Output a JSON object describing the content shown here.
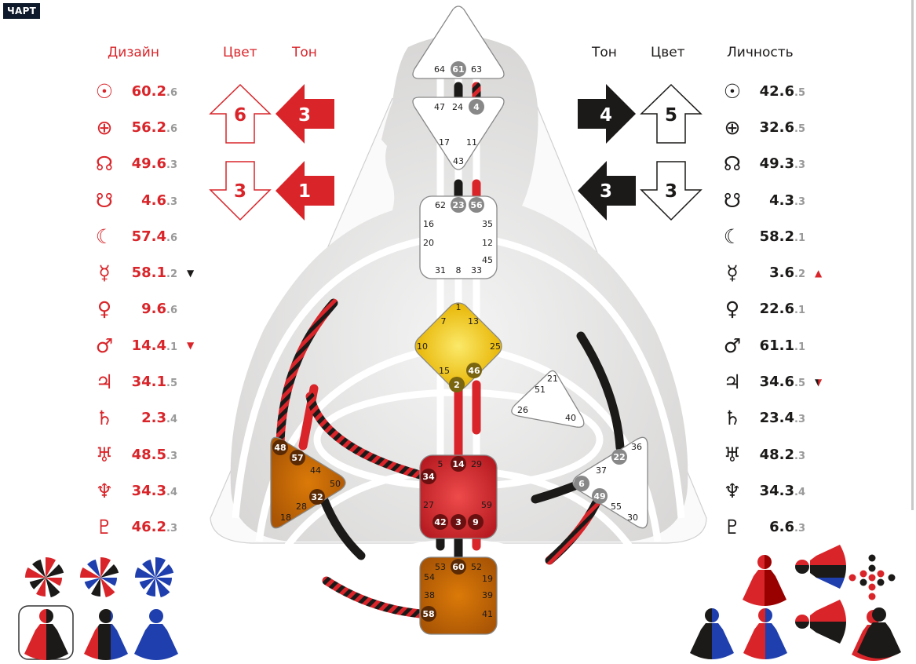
{
  "tab_label": "ЧАРТ",
  "design": {
    "title": "Дизайн",
    "color_label": "Цвет",
    "tone_label": "Тон",
    "arrows": [
      {
        "color": "6",
        "tone": "3",
        "color_dir": "up"
      },
      {
        "color": "3",
        "tone": "1",
        "color_dir": "down"
      }
    ],
    "planets": [
      {
        "icon": "sun-icon",
        "symbol": "☉",
        "gate": "60.2",
        "line": ".6",
        "marker": ""
      },
      {
        "icon": "earth-icon",
        "symbol": "⊕",
        "gate": "56.2",
        "line": ".6",
        "marker": ""
      },
      {
        "icon": "north-node-icon",
        "symbol": "☊",
        "gate": "49.6",
        "line": ".3",
        "marker": ""
      },
      {
        "icon": "south-node-icon",
        "symbol": "☋",
        "gate": "4.6",
        "line": ".3",
        "marker": ""
      },
      {
        "icon": "moon-icon",
        "symbol": "☾",
        "gate": "57.4",
        "line": ".6",
        "marker": ""
      },
      {
        "icon": "mercury-icon",
        "symbol": "☿",
        "gate": "58.1",
        "line": ".2",
        "marker": "▼",
        "marker_color": "blk"
      },
      {
        "icon": "venus-icon",
        "symbol": "♀",
        "gate": "9.6",
        "line": ".6",
        "marker": ""
      },
      {
        "icon": "mars-icon",
        "symbol": "♂",
        "gate": "14.4",
        "line": ".1",
        "marker": "▼",
        "marker_color": "red"
      },
      {
        "icon": "jupiter-icon",
        "symbol": "♃",
        "gate": "34.1",
        "line": ".5",
        "marker": ""
      },
      {
        "icon": "saturn-icon",
        "symbol": "♄",
        "gate": "2.3",
        "line": ".4",
        "marker": ""
      },
      {
        "icon": "uranus-icon",
        "symbol": "♅",
        "gate": "48.5",
        "line": ".3",
        "marker": ""
      },
      {
        "icon": "neptune-icon",
        "symbol": "♆",
        "gate": "34.3",
        "line": ".4",
        "marker": ""
      },
      {
        "icon": "pluto-icon",
        "symbol": "♇",
        "gate": "46.2",
        "line": ".3",
        "marker": ""
      }
    ]
  },
  "personality": {
    "title": "Личность",
    "color_label": "Цвет",
    "tone_label": "Тон",
    "arrows": [
      {
        "color": "5",
        "tone": "4",
        "color_dir": "up"
      },
      {
        "color": "3",
        "tone": "3",
        "color_dir": "down"
      }
    ],
    "planets": [
      {
        "icon": "sun-icon",
        "symbol": "☉",
        "gate": "42.6",
        "line": ".5",
        "marker": ""
      },
      {
        "icon": "earth-icon",
        "symbol": "⊕",
        "gate": "32.6",
        "line": ".5",
        "marker": ""
      },
      {
        "icon": "north-node-icon",
        "symbol": "☊",
        "gate": "49.3",
        "line": ".3",
        "marker": ""
      },
      {
        "icon": "south-node-icon",
        "symbol": "☋",
        "gate": "4.3",
        "line": ".3",
        "marker": ""
      },
      {
        "icon": "moon-icon",
        "symbol": "☾",
        "gate": "58.2",
        "line": ".1",
        "marker": ""
      },
      {
        "icon": "mercury-icon",
        "symbol": "☿",
        "gate": "3.6",
        "line": ".2",
        "marker": "▲",
        "marker_color": "red"
      },
      {
        "icon": "venus-icon",
        "symbol": "♀",
        "gate": "22.6",
        "line": ".1",
        "marker": ""
      },
      {
        "icon": "mars-icon",
        "symbol": "♂",
        "gate": "61.1",
        "line": ".1",
        "marker": ""
      },
      {
        "icon": "jupiter-icon",
        "symbol": "♃",
        "gate": "34.6",
        "line": ".5",
        "marker": "▼",
        "marker_color": "split"
      },
      {
        "icon": "saturn-icon",
        "symbol": "♄",
        "gate": "23.4",
        "line": ".3",
        "marker": ""
      },
      {
        "icon": "uranus-icon",
        "symbol": "♅",
        "gate": "48.2",
        "line": ".3",
        "marker": ""
      },
      {
        "icon": "neptune-icon",
        "symbol": "♆",
        "gate": "34.3",
        "line": ".4",
        "marker": ""
      },
      {
        "icon": "pluto-icon",
        "symbol": "♇",
        "gate": "6.6",
        "line": ".3",
        "marker": ""
      }
    ]
  },
  "centers": [
    {
      "name": "head",
      "active_color": "#888888",
      "gates": [
        {
          "n": "64"
        },
        {
          "n": "61",
          "active": true
        },
        {
          "n": "63"
        }
      ]
    },
    {
      "name": "ajna",
      "active_color": "#888888",
      "gates": [
        {
          "n": "47"
        },
        {
          "n": "24"
        },
        {
          "n": "4",
          "active": true
        },
        {
          "n": "17"
        },
        {
          "n": "11"
        },
        {
          "n": "43"
        }
      ]
    },
    {
      "name": "throat",
      "active_color": "#888888",
      "gates": [
        {
          "n": "62"
        },
        {
          "n": "23",
          "active": true
        },
        {
          "n": "56",
          "active": true
        },
        {
          "n": "16"
        },
        {
          "n": "35"
        },
        {
          "n": "20"
        },
        {
          "n": "12"
        },
        {
          "n": "45"
        },
        {
          "n": "31"
        },
        {
          "n": "8"
        },
        {
          "n": "33"
        }
      ]
    },
    {
      "name": "g",
      "active_color": "#7a6510",
      "gates": [
        {
          "n": "1"
        },
        {
          "n": "7"
        },
        {
          "n": "13"
        },
        {
          "n": "10"
        },
        {
          "n": "25"
        },
        {
          "n": "15"
        },
        {
          "n": "46",
          "active": true
        },
        {
          "n": "2",
          "active": true
        }
      ]
    },
    {
      "name": "heart",
      "active_color": "#888888",
      "gates": [
        {
          "n": "21"
        },
        {
          "n": "51"
        },
        {
          "n": "26"
        },
        {
          "n": "40"
        }
      ]
    },
    {
      "name": "spleen",
      "active_color": "#5a2a05",
      "gates": [
        {
          "n": "48",
          "active": true
        },
        {
          "n": "57",
          "active": true
        },
        {
          "n": "44"
        },
        {
          "n": "50"
        },
        {
          "n": "32",
          "active": true
        },
        {
          "n": "28"
        },
        {
          "n": "18"
        }
      ]
    },
    {
      "name": "sacral",
      "active_color": "#6b1010",
      "gates": [
        {
          "n": "5"
        },
        {
          "n": "14",
          "active": true
        },
        {
          "n": "29"
        },
        {
          "n": "34",
          "active": true
        },
        {
          "n": "27"
        },
        {
          "n": "59"
        },
        {
          "n": "42",
          "active": true
        },
        {
          "n": "3",
          "active": true
        },
        {
          "n": "9",
          "active": true
        }
      ]
    },
    {
      "name": "solar-plexus",
      "active_color": "#888888",
      "gates": [
        {
          "n": "36"
        },
        {
          "n": "22",
          "active": true
        },
        {
          "n": "37"
        },
        {
          "n": "6",
          "active": true
        },
        {
          "n": "49",
          "active": true
        },
        {
          "n": "55"
        },
        {
          "n": "30"
        }
      ]
    },
    {
      "name": "root",
      "active_color": "#5a2a05",
      "gates": [
        {
          "n": "53"
        },
        {
          "n": "60",
          "active": true
        },
        {
          "n": "52"
        },
        {
          "n": "54"
        },
        {
          "n": "19"
        },
        {
          "n": "38"
        },
        {
          "n": "39"
        },
        {
          "n": "58",
          "active": true
        },
        {
          "n": "41"
        }
      ]
    }
  ],
  "colors": {
    "design": "#d9252a",
    "personality": "#1c1a19",
    "blue": "#1f3fae",
    "gray": "#dcdcdc"
  }
}
